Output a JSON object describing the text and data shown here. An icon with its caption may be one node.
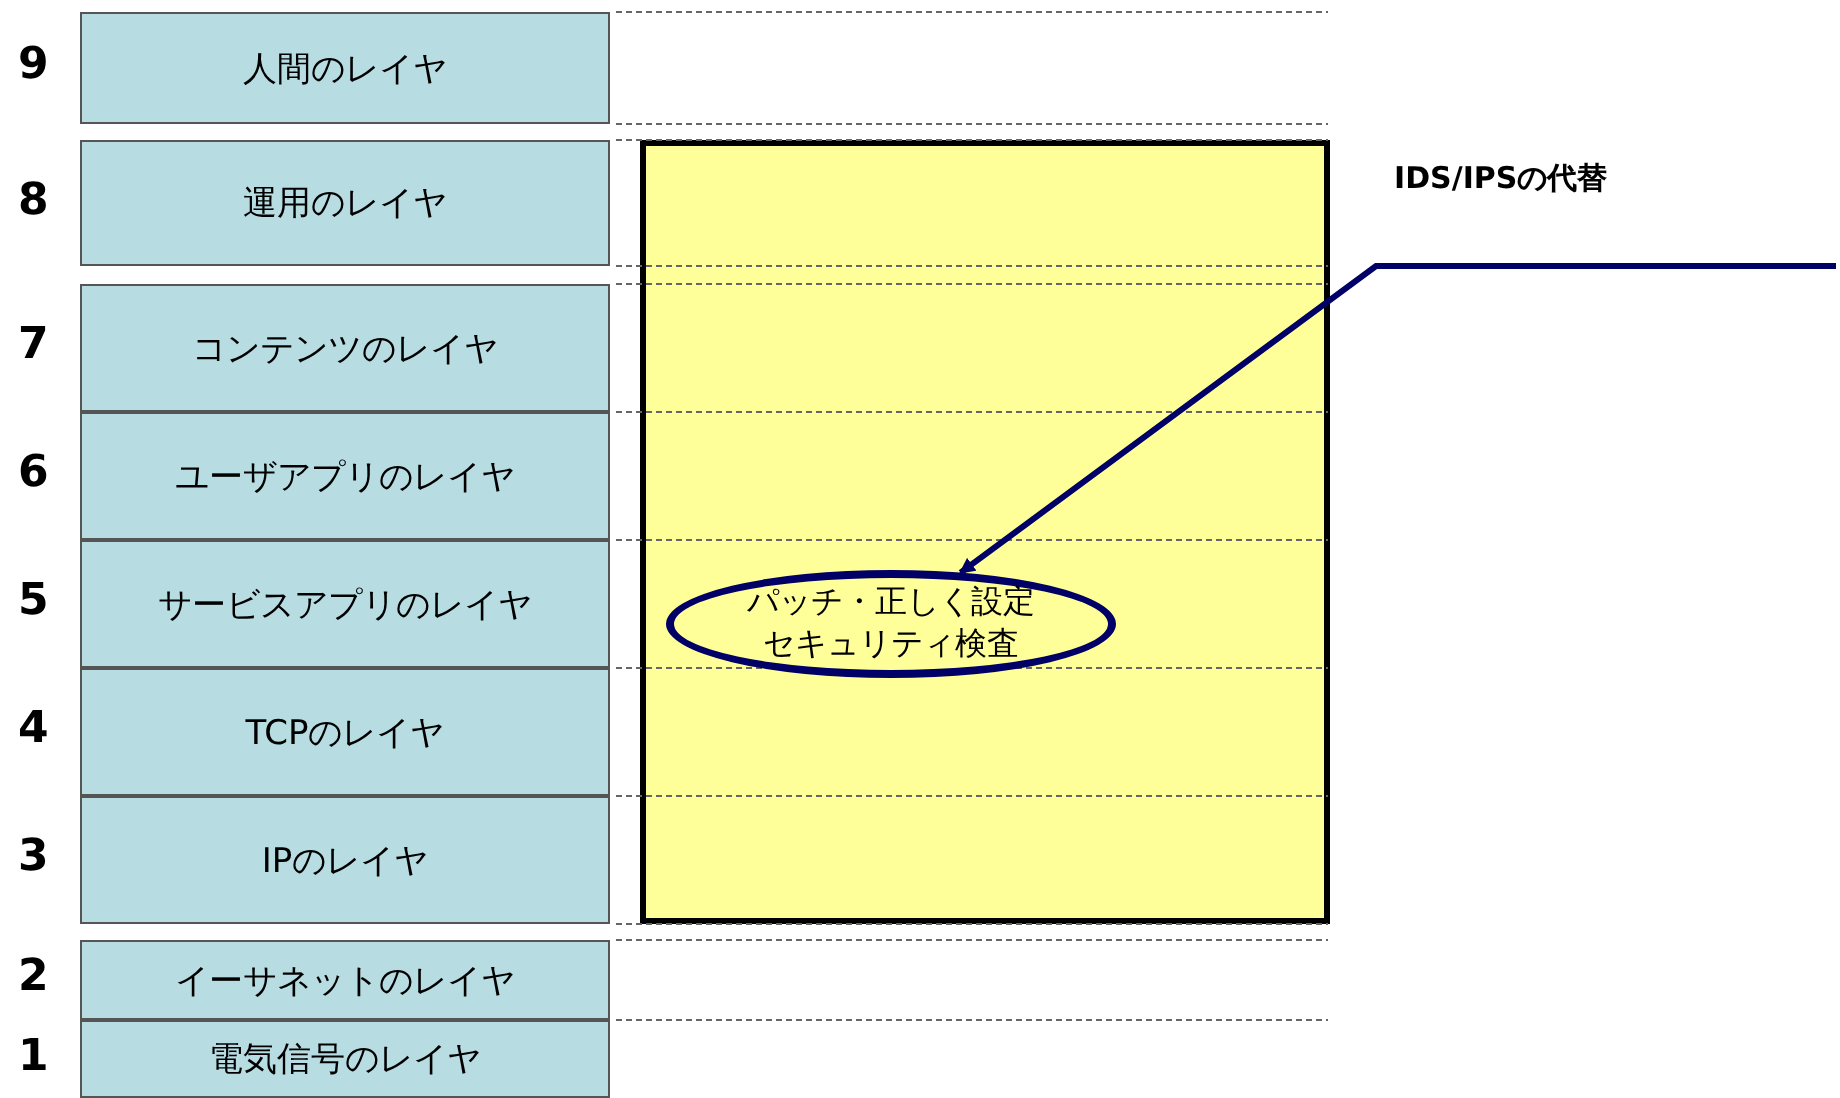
{
  "diagram": {
    "nodes": [
      {
        "text": [
          "人間のレイヤ"
        ],
        "beside": [
          "9"
        ]
      },
      {
        "text": [
          "運用のレイヤ"
        ],
        "beside": [
          "8"
        ]
      },
      {
        "text": [
          "コンテンツのレイヤ"
        ],
        "beside": [
          "7"
        ]
      },
      {
        "text": [
          "ユーザアプリのレイヤ"
        ],
        "beside": [
          "6"
        ]
      },
      {
        "text": [
          "サービスアプリのレイヤ"
        ],
        "beside": [
          "5"
        ]
      },
      {
        "text": [
          "TCPのレイヤ"
        ],
        "beside": [
          "4"
        ]
      },
      {
        "text": [
          "IPのレイヤ"
        ],
        "beside": [
          "3"
        ]
      },
      {
        "text": [
          "イーサネットのレイヤ"
        ],
        "beside": [
          "2"
        ]
      },
      {
        "text": [
          "電気信号のレイヤ"
        ],
        "beside": [
          "1"
        ]
      },
      {
        "text": [],
        "shape": "box"
      },
      {
        "text": [
          "パッチ・正しく設定",
          "セキュリティ検査"
        ],
        "in": 9
      }
    ],
    "edges": [
      {
        "from": null,
        "to": 10,
        "arrow": "to",
        "label": "IDS/IPSの代替",
        "color": "#000066"
      }
    ]
  }
}
